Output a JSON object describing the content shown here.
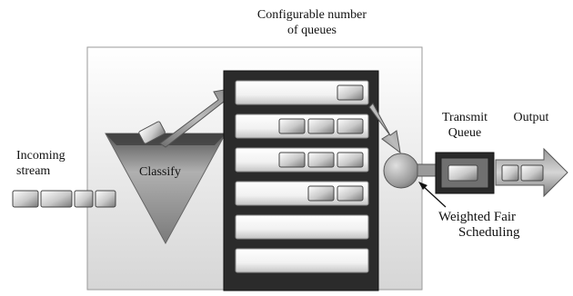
{
  "labels": {
    "configurable_line1": "Configurable number",
    "configurable_line2": "of queues",
    "incoming_line1": "Incoming",
    "incoming_line2": "stream",
    "classify": "Classify",
    "transmit_line1": "Transmit",
    "transmit_line2": "Queue",
    "output": "Output",
    "wfs_line1": "Weighted Fair",
    "wfs_line2": "Scheduling"
  },
  "queues": [
    {
      "packets": 1
    },
    {
      "packets": 3
    },
    {
      "packets": 3
    },
    {
      "packets": 2
    },
    {
      "packets": 0
    },
    {
      "packets": 0
    }
  ],
  "incoming_packets": 4,
  "transmit_packets": 1,
  "output_packets": 2
}
